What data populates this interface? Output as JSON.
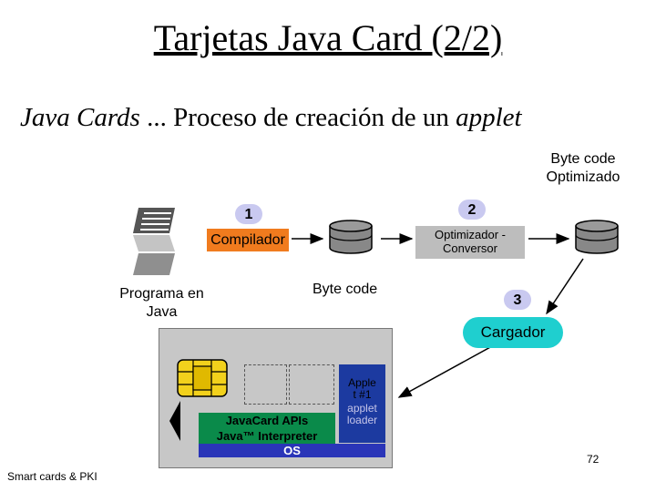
{
  "title": "Tarjetas Java Card (2/2)",
  "subtitle": {
    "part1": "Java Cards",
    "part2": " ... Proceso de creación de un ",
    "part3": "applet"
  },
  "steps": {
    "one": "1",
    "two": "2",
    "three": "3"
  },
  "compilador": "Compilador",
  "optimizador": "Optimizador - Conversor",
  "byte_code": "Byte code",
  "byte_code_opt": "Byte code Optimizado",
  "programa": "Programa en Java",
  "cargador": "Cargador",
  "card": {
    "applet": "Apple t #1",
    "applet_loader": "applet loader",
    "apis": "JavaCard APIs",
    "interpreter": "Java™ Interpreter",
    "os": "OS"
  },
  "footer_left": "Smart cards & PKI",
  "page_number": "72",
  "colors": {
    "compilador": "#f07b1e",
    "optimizador": "#bdbdbd",
    "cargador": "#1fcfcf",
    "step_badge": "#c9c9f0",
    "apis_layer": "#0a8a4a",
    "interpreter_layer": "#0a8a4a",
    "os_layer": "#2a35b8",
    "applet": "#1c3aa0"
  }
}
